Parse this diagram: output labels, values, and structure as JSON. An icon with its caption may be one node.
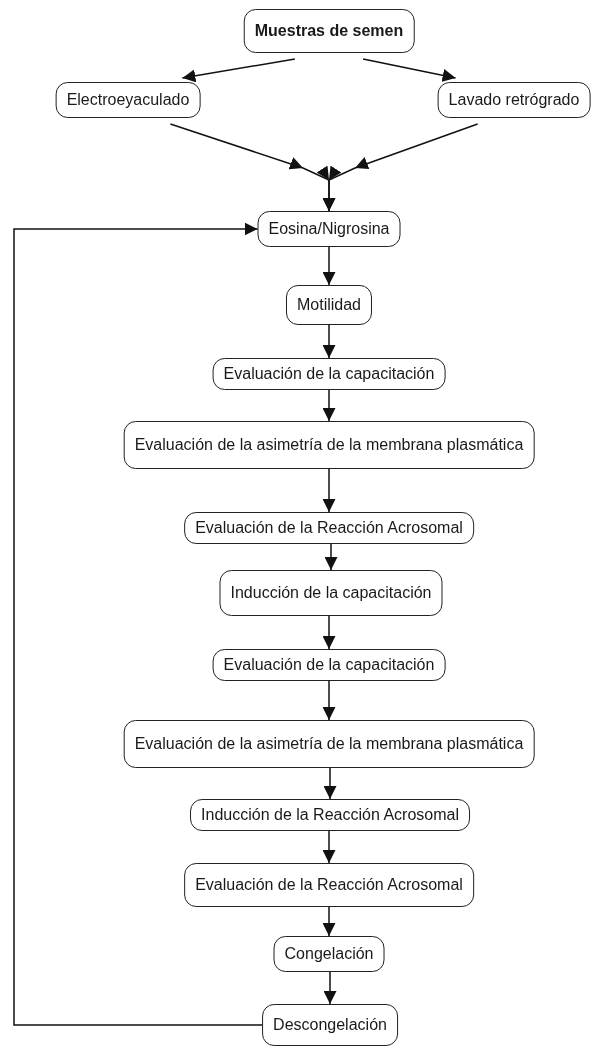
{
  "diagram": {
    "nodes": [
      {
        "text": [
          "Muestras de semen"
        ]
      },
      {
        "text": [
          "Electroeyaculado"
        ]
      },
      {
        "text": [
          "Lavado retrógrado"
        ]
      },
      {
        "text": [
          "Eosina/Nigrosina"
        ]
      },
      {
        "text": [
          "Motilidad"
        ]
      },
      {
        "text": [
          "Evaluación de la capacitación"
        ]
      },
      {
        "text": [
          "Evaluación de la asimetría de la membrana plasmática"
        ]
      },
      {
        "text": [
          "Evaluación de la Reacción Acrosomal"
        ]
      },
      {
        "text": [
          "Inducción de la capacitación"
        ]
      },
      {
        "text": [
          "Evaluación de la capacitación"
        ]
      },
      {
        "text": [
          "Evaluación de la asimetría de la membrana plasmática"
        ]
      },
      {
        "text": [
          "Inducción de la Reacción Acrosomal"
        ]
      },
      {
        "text": [
          "Evaluación de la Reacción Acrosomal"
        ]
      },
      {
        "text": [
          "Congelación"
        ]
      },
      {
        "text": [
          "Descongelación"
        ]
      }
    ],
    "edges": [
      {
        "from": 0,
        "to": 1,
        "arrow": "to"
      },
      {
        "from": 0,
        "to": 2,
        "arrow": "to"
      },
      {
        "from": 1,
        "to": 3,
        "arrow": "to"
      },
      {
        "from": 2,
        "to": 3,
        "arrow": "to"
      },
      {
        "from": 3,
        "to": 4,
        "arrow": "to"
      },
      {
        "from": 4,
        "to": 5,
        "arrow": "to"
      },
      {
        "from": 5,
        "to": 6,
        "arrow": "to"
      },
      {
        "from": 6,
        "to": 7,
        "arrow": "to"
      },
      {
        "from": 7,
        "to": 8,
        "arrow": "to"
      },
      {
        "from": 8,
        "to": 9,
        "arrow": "to"
      },
      {
        "from": 9,
        "to": 10,
        "arrow": "to"
      },
      {
        "from": 10,
        "to": 11,
        "arrow": "to"
      },
      {
        "from": 11,
        "to": 12,
        "arrow": "to"
      },
      {
        "from": 12,
        "to": 13,
        "arrow": "to"
      },
      {
        "from": 13,
        "to": 14,
        "arrow": "to"
      },
      {
        "from": 14,
        "to": 3,
        "arrow": "to"
      }
    ]
  }
}
